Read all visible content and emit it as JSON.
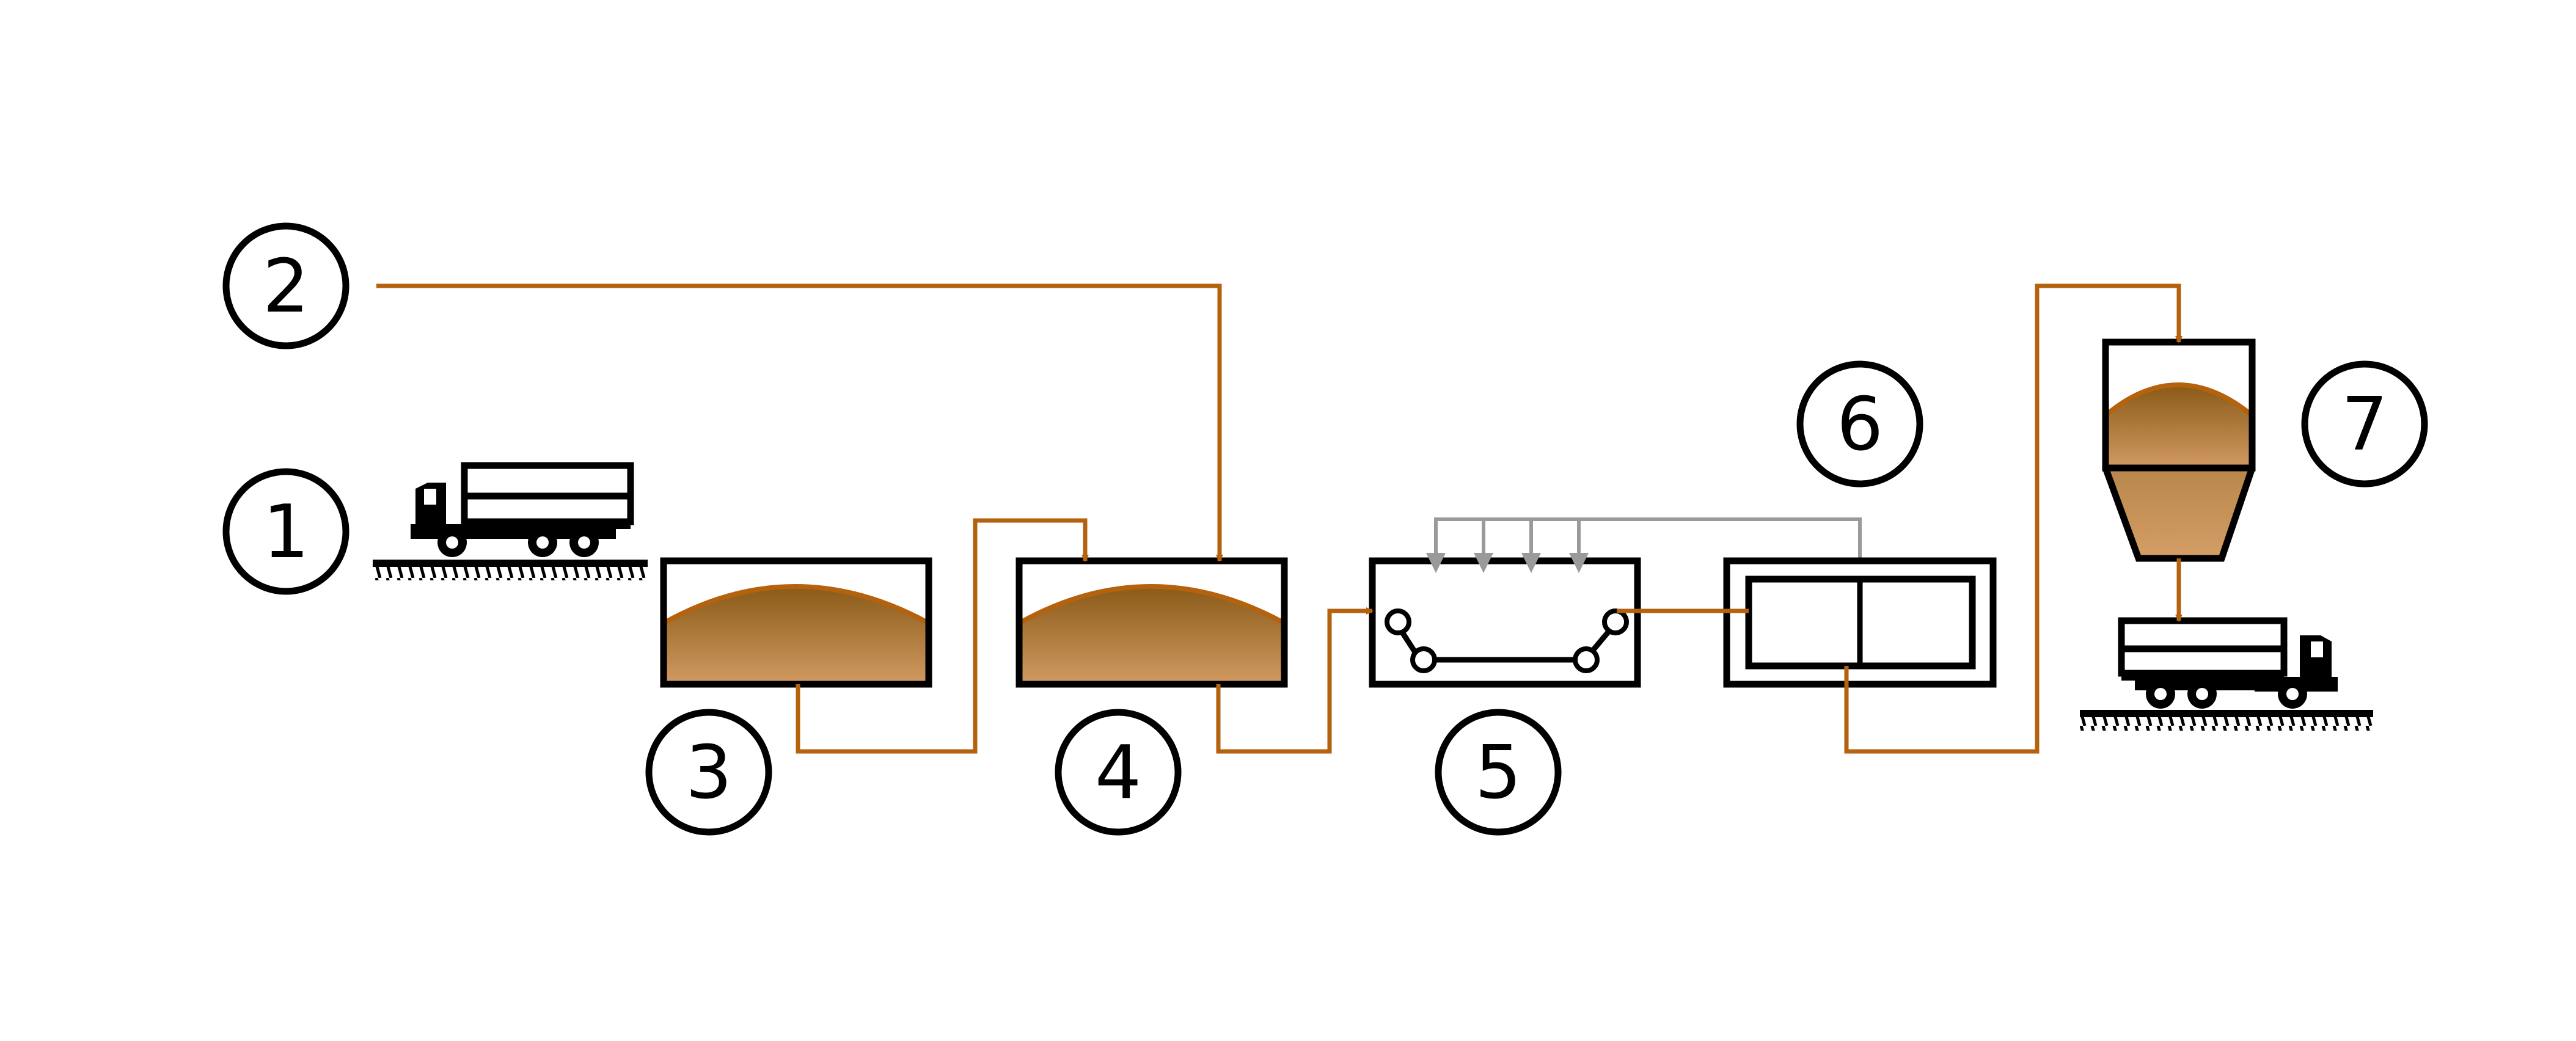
{
  "labels": [
    "1",
    "2",
    "3",
    "4",
    "5",
    "6",
    "7"
  ],
  "colors": {
    "flow": "#b5620f",
    "outline": "#000000",
    "water": "#9a9a9a",
    "material_top": "#8a5a17",
    "material_bottom": "#d19a62"
  }
}
